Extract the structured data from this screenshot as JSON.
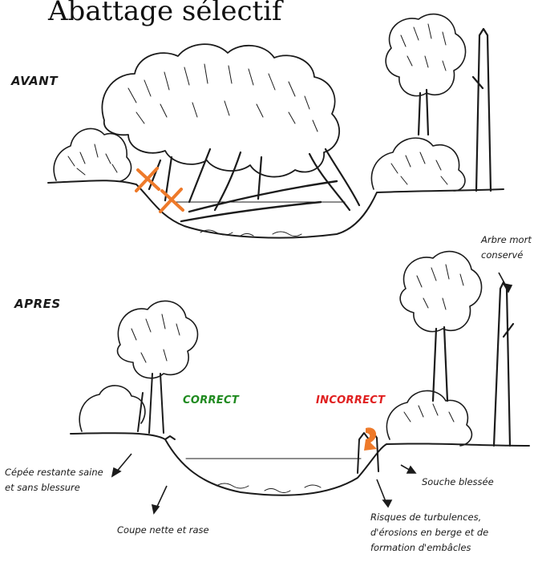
{
  "title": "Abattage sélectif",
  "sections": {
    "before": "AVANT",
    "after": "APRES"
  },
  "verdicts": {
    "correct": {
      "label": "CORRECT",
      "color": "#1f8a1f"
    },
    "incorrect": {
      "label": "INCORRECT",
      "color": "#e02020"
    }
  },
  "annotations": {
    "dead_tree": [
      "Arbre mort",
      "conservé"
    ],
    "healthy_stump": [
      "Cépée restante saine",
      "et sans blessure"
    ],
    "clean_cut": "Coupe nette et rase",
    "injured_stump": "Souche blessée",
    "risks": [
      "Risques de turbulences,",
      "d'érosions en berge et de",
      "formation d'embâcles"
    ]
  },
  "colors": {
    "cut_mark": "#ee7a2a",
    "ink": "#1b1b1b"
  }
}
